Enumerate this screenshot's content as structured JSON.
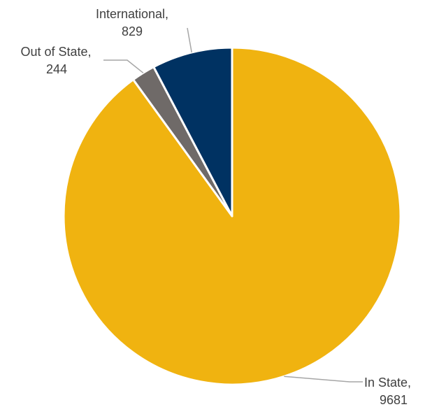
{
  "chart_data": {
    "type": "pie",
    "title": "",
    "categories": [
      "In State",
      "Out of State",
      "International"
    ],
    "values": [
      9681,
      244,
      829
    ],
    "colors": [
      "#F0B310",
      "#6F6A68",
      "#003262"
    ],
    "slice_border_color": "#FFFFFF",
    "leader_line_color": "#A6A6A6",
    "label_color": "#404040",
    "legend": "none",
    "start": "12 o'clock",
    "direction": "clockwise",
    "labels": [
      {
        "name": "In State,",
        "value": "9681"
      },
      {
        "name": "Out of State,",
        "value": "244"
      },
      {
        "name": "International,",
        "value": "829"
      }
    ]
  }
}
